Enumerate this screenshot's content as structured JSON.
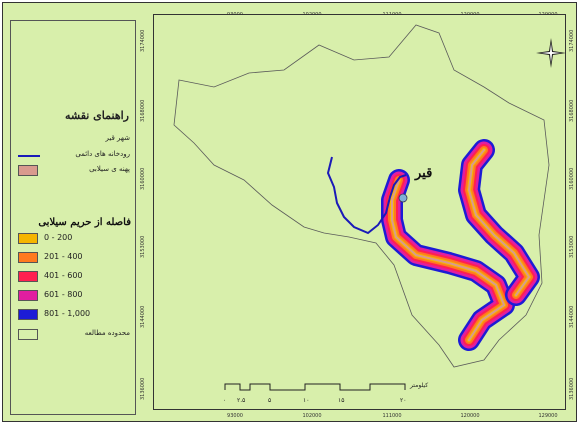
{
  "legend": {
    "title": "راهنمای نقشه",
    "items": [
      {
        "label": "شهر قیر",
        "kind": "city"
      },
      {
        "label": "رودخانه های دائمی",
        "kind": "river"
      },
      {
        "label": "پهنه ی سیلابی",
        "kind": "flood"
      }
    ],
    "distance_header": "فاصله از حریم سیلابی",
    "classes": [
      {
        "label": "0 - 200",
        "color": "#f5b500"
      },
      {
        "label": "201 - 400",
        "color": "#ff7a1f"
      },
      {
        "label": "401 - 600",
        "color": "#ff2050"
      },
      {
        "label": "601 - 800",
        "color": "#e11ea0"
      },
      {
        "label": "801 - 1,000",
        "color": "#1c1cd6"
      }
    ],
    "study_area": "محدوده مطالعه"
  },
  "colors": {
    "background": "#d8efab",
    "river": "#1a1ab8",
    "flood": "#d99a8e",
    "boundary": "#555555"
  },
  "map": {
    "city_label": "قیر",
    "x_ticks": [
      "93000",
      "102000",
      "111000",
      "120000",
      "129000"
    ],
    "y_ticks": [
      "3174000",
      "3168000",
      "3160000",
      "3153000",
      "3144000",
      "3136000"
    ],
    "scale_labels": [
      "۰",
      "۲.۵",
      "۵",
      "۱۰",
      "۱۵",
      "۲۰"
    ],
    "scale_unit": "کیلومتر"
  }
}
